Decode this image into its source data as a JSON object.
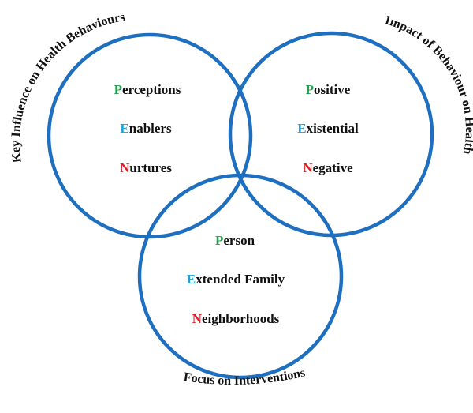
{
  "colors": {
    "ring": "#1f6fc0",
    "initial_p": "#22a04a",
    "initial_e": "#1aa3e0",
    "initial_n": "#e31e24"
  },
  "circles": [
    {
      "id": "influence",
      "arc_label": "Key Influence on Health Behaviours",
      "items": [
        {
          "initial": "P",
          "rest": "erceptions",
          "color_key": "initial_p"
        },
        {
          "initial": "E",
          "rest": "nablers",
          "color_key": "initial_e"
        },
        {
          "initial": "N",
          "rest": "urtures",
          "color_key": "initial_n"
        }
      ]
    },
    {
      "id": "impact",
      "arc_label": "Impact of Behaviour on Health",
      "items": [
        {
          "initial": "P",
          "rest": "ositive",
          "color_key": "initial_p"
        },
        {
          "initial": "E",
          "rest": "xistential",
          "color_key": "initial_e"
        },
        {
          "initial": "N",
          "rest": "egative",
          "color_key": "initial_n"
        }
      ]
    },
    {
      "id": "interventions",
      "arc_label": "Focus on Interventions",
      "items": [
        {
          "initial": "P",
          "rest": "erson",
          "color_key": "initial_p"
        },
        {
          "initial": "E",
          "rest": "xtended Family",
          "color_key": "initial_e"
        },
        {
          "initial": "N",
          "rest": "eighborhoods",
          "color_key": "initial_n"
        }
      ]
    }
  ]
}
